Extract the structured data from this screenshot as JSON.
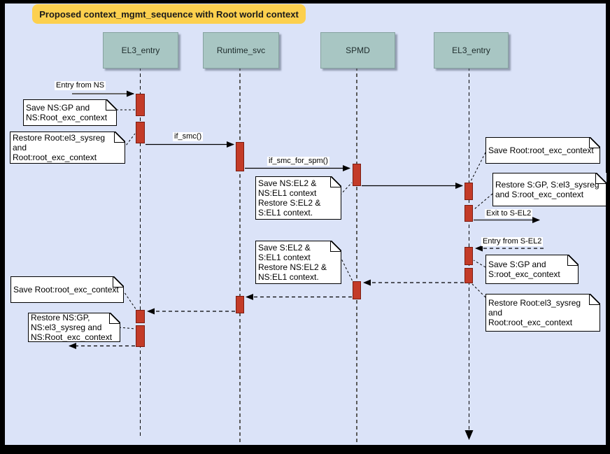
{
  "title": "Proposed context_mgmt_sequence with Root world context",
  "actors": [
    {
      "label": "EL3_entry"
    },
    {
      "label": "Runtime_svc"
    },
    {
      "label": "SPMD"
    },
    {
      "label": "EL3_entry"
    }
  ],
  "messages": {
    "entry_from_ns": "Entry from NS",
    "if_smc": "if_smc()",
    "if_smc_for_spm": "if_smc_for_spm()",
    "exit_to_sel2": "Exit to S-EL2",
    "entry_from_sel2": "Entry from S-EL2"
  },
  "notes": {
    "save_ns_gp": "Save NS:GP and\nNS:Root_exc_context",
    "restore_root_el3_left": "Restore Root:el3_sysreg\nand\nRoot:root_exc_context",
    "save_ns_el2": "Save NS:EL2 &\nNS:EL1 context\nRestore S:EL2 &\nS:EL1 context.",
    "save_root_exc_right": "Save Root:root_exc_context",
    "restore_s_gp": "Restore S:GP, S:el3_sysreg\nand S:root_exc_context",
    "save_s_gp": "Save S:GP and\nS:root_exc_context",
    "restore_root_el3_right": "Restore Root:el3_sysreg\nand\nRoot:root_exc_context",
    "save_s_el2": "Save S:EL2 &\nS:EL1 context\nRestore NS:EL2 &\nNS:EL1 context.",
    "save_root_exc_left": "Save Root:root_exc_context",
    "restore_ns_gp": "Restore NS:GP,\nNS:el3_sysreg and\nNS:Root_exc_context"
  },
  "colors": {
    "canvas_background": "#dbe3f8",
    "frame": "#000000",
    "title_background": "#fcd04e",
    "actor_fill": "#a8c6c3",
    "activation_fill": "#c33b28",
    "activation_border": "#7c1c10",
    "note_fill": "#ffffff"
  }
}
